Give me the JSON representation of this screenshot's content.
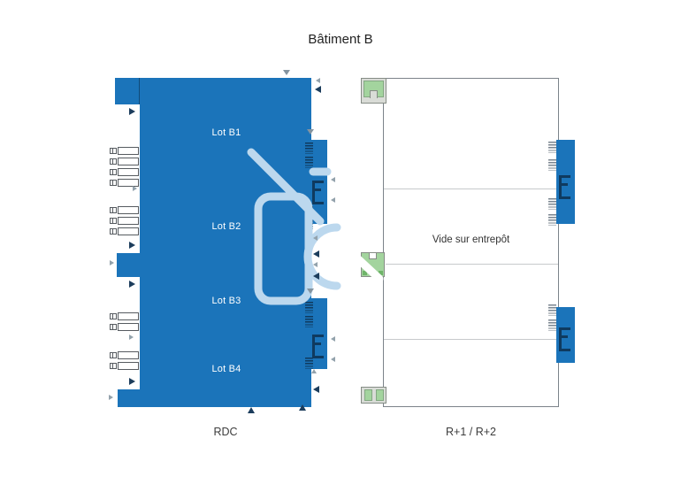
{
  "title": "Bâtiment B",
  "plans": {
    "rdc": {
      "caption": "RDC",
      "lots": [
        {
          "label": "Lot B1"
        },
        {
          "label": "Lot B2"
        },
        {
          "label": "Lot B3"
        },
        {
          "label": "Lot B4"
        }
      ]
    },
    "upper": {
      "caption": "R+1 / R+2",
      "area_label": "Vide sur entrepôt"
    }
  },
  "colors": {
    "building_blue": "#1b74ba",
    "detail_navy": "#0f3a5f",
    "stair_green": "#a3d49e",
    "outline_grey": "#7c838a",
    "divider_grey": "#c7cacc",
    "watermark_blue": "#bcd8ee",
    "arrow_dark": "#1c3d5c",
    "arrow_grey": "#93a2ac"
  },
  "icons": {
    "watermark": "house-camera-watermark-icon",
    "truck": "truck-dock-icon",
    "stairs": "stairs-icon",
    "ladder": "ladder-hatch-icon",
    "arrow_right": "arrow-right-icon",
    "arrow_left": "arrow-left-icon",
    "arrow_up": "arrow-up-icon",
    "arrow_down": "arrow-down-icon"
  }
}
